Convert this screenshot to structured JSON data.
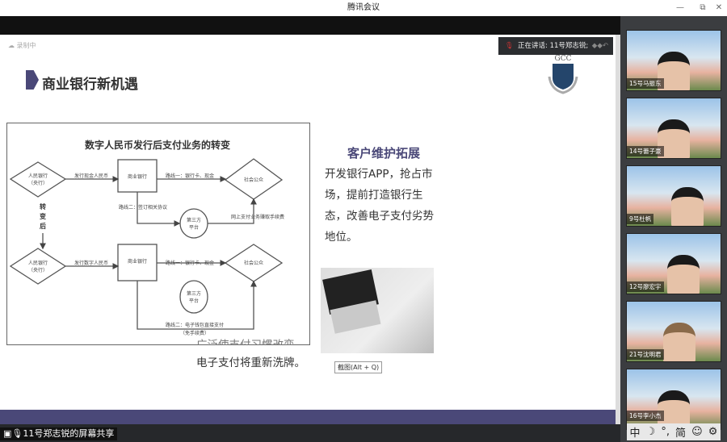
{
  "window": {
    "title": "腾讯会议",
    "minimize": "—",
    "restore": "⧉",
    "close": "✕"
  },
  "recording": "录制中",
  "speaking": "正在讲话: 11号郑志锐;",
  "share_label": "11号郑志锐的屏幕共享",
  "slide": {
    "title": "商业银行新机遇",
    "logo_text": "GCC",
    "diagram": {
      "title": "数字人民币发行后支付业务的转变",
      "central_bank": [
        "人民银行",
        "（央行）"
      ],
      "issue_cash": "发行现金人民币",
      "issue_digital": "发行数字人民币",
      "commercial_bank": "商业银行",
      "route1": "路线一：银行卡、现金",
      "route2_old": "路线二：签订相关协议",
      "route2_new": "路线二：电子钱包直接支付",
      "route2_new_note": "（免手续费）",
      "third_party": [
        "第三方",
        "平台"
      ],
      "online_fee": "网上支付业务赚取手续费",
      "public": "社会公众",
      "after": [
        "转",
        "变",
        "后"
      ]
    },
    "right_heading": "客户维护拓展",
    "right_text": "开发银行APP，抢占市场，提前打造银行生态，改善电子支付劣势地位。",
    "bottom_cut": "广泛使支付习惯改变，",
    "bottom_text": "电子支付将重新洗牌。",
    "tooltip": "截图(Alt + Q)"
  },
  "participants": [
    {
      "name": "15号马振东"
    },
    {
      "name": "14号蕾子豪"
    },
    {
      "name": "9号杜帆"
    },
    {
      "name": "12号廖宏宇"
    },
    {
      "name": "21号沈明君"
    },
    {
      "name": "16号李小杰"
    }
  ],
  "ime": [
    "中",
    "☽",
    "°,",
    "简",
    "☺",
    "⚙"
  ],
  "colors": {
    "accent": "#4a4878"
  }
}
